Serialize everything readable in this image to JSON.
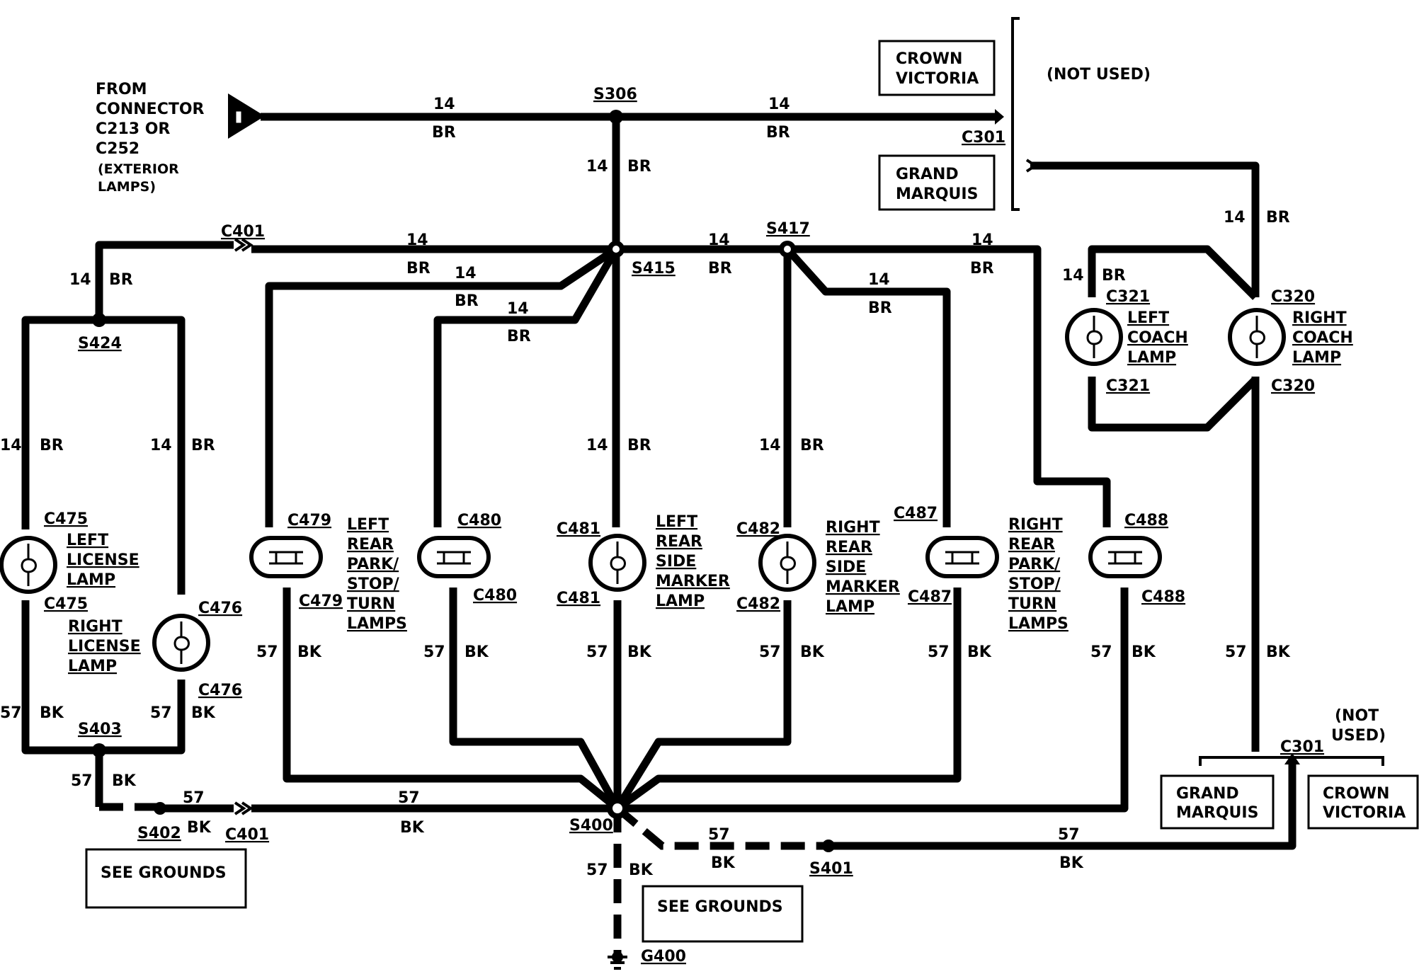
{
  "source": {
    "lines": [
      "FROM",
      "CONNECTOR",
      "C213 OR",
      "C252"
    ],
    "sub": [
      "(EXTERIOR",
      "LAMPS)"
    ]
  },
  "gauge_br": "14",
  "gauge_bk": "57",
  "color_br": "BR",
  "color_bk": "BK",
  "splices": {
    "s306": "S306",
    "s415": "S415",
    "s417": "S417",
    "s424": "S424",
    "s403": "S403",
    "s402": "S402",
    "s400": "S400",
    "s401": "S401"
  },
  "connectors": {
    "c401": "C401",
    "c301": "C301",
    "c320": "C320",
    "c321": "C321",
    "c475": "C475",
    "c476": "C476",
    "c479": "C479",
    "c480": "C480",
    "c481": "C481",
    "c482": "C482",
    "c487": "C487",
    "c488": "C488"
  },
  "ground": "G400",
  "models": {
    "crown_victoria": [
      "CROWN",
      "VICTORIA"
    ],
    "grand_marquis": [
      "GRAND",
      "MARQUIS"
    ],
    "not_used": "(NOT USED)",
    "not_used_lines": [
      "(NOT",
      "USED)"
    ]
  },
  "see_grounds": "SEE GROUNDS",
  "lamps": {
    "left_license": [
      "LEFT",
      "LICENSE",
      "LAMP"
    ],
    "right_license": [
      "RIGHT",
      "LICENSE",
      "LAMP"
    ],
    "left_rear_park": [
      "LEFT",
      "REAR",
      "PARK/",
      "STOP/",
      "TURN",
      "LAMPS"
    ],
    "left_rear_side_marker": [
      "LEFT",
      "REAR",
      "SIDE",
      "MARKER",
      "LAMP"
    ],
    "right_rear_side_marker": [
      "RIGHT",
      "REAR",
      "SIDE",
      "MARKER",
      "LAMP"
    ],
    "right_rear_park": [
      "RIGHT",
      "REAR",
      "PARK/",
      "STOP/",
      "TURN",
      "LAMPS"
    ],
    "left_coach": [
      "LEFT",
      "COACH",
      "LAMP"
    ],
    "right_coach": [
      "RIGHT",
      "COACH",
      "LAMP"
    ]
  }
}
